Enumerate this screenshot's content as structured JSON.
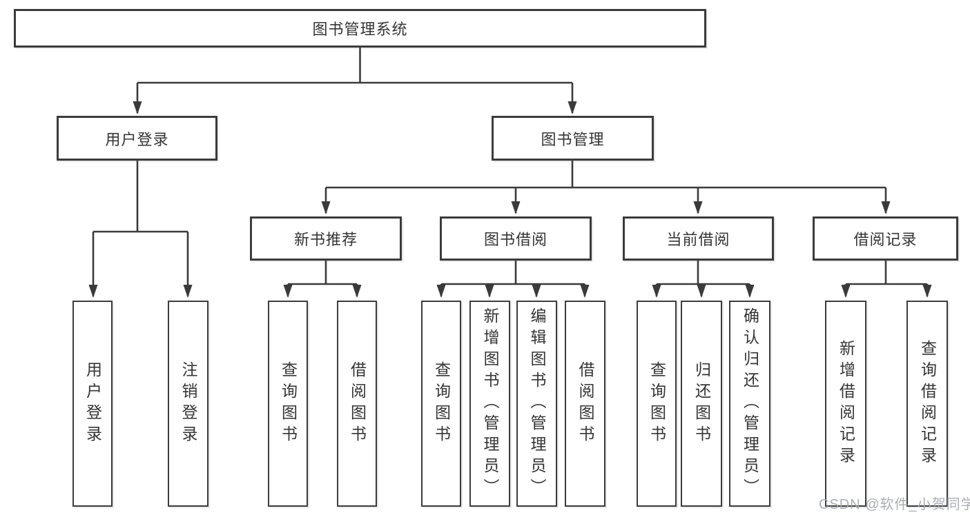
{
  "diagram": {
    "title": "图书管理系统",
    "root": {
      "label": "图书管理系统"
    },
    "level2": [
      {
        "label": "用户登录"
      },
      {
        "label": "图书管理"
      }
    ],
    "level3": [
      {
        "label": "新书推荐"
      },
      {
        "label": "图书借阅"
      },
      {
        "label": "当前借阅"
      },
      {
        "label": "借阅记录"
      }
    ],
    "leaves": [
      {
        "label": "用户登录",
        "parent": "用户登录"
      },
      {
        "label": "注销登录",
        "parent": "用户登录"
      },
      {
        "label": "查询图书",
        "parent": "新书推荐"
      },
      {
        "label": "借阅图书",
        "parent": "新书推荐"
      },
      {
        "label": "查询图书",
        "parent": "图书借阅"
      },
      {
        "label": "新增图书（管理员）",
        "parent": "图书借阅"
      },
      {
        "label": "编辑图书（管理员）",
        "parent": "图书借阅"
      },
      {
        "label": "借阅图书",
        "parent": "图书借阅"
      },
      {
        "label": "查询图书",
        "parent": "当前借阅"
      },
      {
        "label": "归还图书",
        "parent": "当前借阅"
      },
      {
        "label": "确认归还（管理员）",
        "parent": "当前借阅"
      },
      {
        "label": "新增借阅记录",
        "parent": "借阅记录"
      },
      {
        "label": "查询借阅记录",
        "parent": "借阅记录"
      }
    ],
    "watermark": "CSDN @软件_小贺同学",
    "colors": {
      "line": "#3a3a3a",
      "border": "#3b3b3b",
      "text": "#343434",
      "background": "#ffffff",
      "watermark": "#a5aab0"
    }
  }
}
